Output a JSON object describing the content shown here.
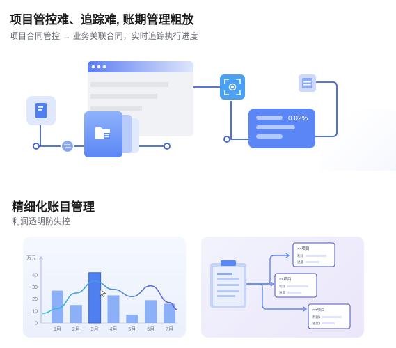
{
  "section1": {
    "title": "项目管控难、追踪难, 账期管理粗放",
    "subtitle": "项目合同管控 → 业务关联合同，实时追踪执行进度",
    "progress_value": "0.02%"
  },
  "section2": {
    "title": "精细化账目管理",
    "subtitle": "利润透明防失控"
  },
  "chart_data": {
    "type": "bar",
    "ylabel": "万元",
    "ylim": [
      0,
      50
    ],
    "yticks": [
      0,
      10,
      20,
      30,
      40
    ],
    "categories": [
      "1月",
      "2月",
      "3月",
      "4月",
      "5月",
      "6月",
      "7月"
    ],
    "values": [
      27,
      15,
      42,
      23,
      7,
      19,
      16
    ],
    "line_values": [
      12,
      25,
      35,
      28,
      22,
      31,
      17
    ]
  },
  "tree": {
    "items": [
      {
        "title": "××项目",
        "row1": "利润",
        "row2": "进度"
      },
      {
        "title": "××项目",
        "row1": "利润",
        "row2": "进度"
      },
      {
        "title": "××项目",
        "row1": "利润1",
        "row2": "进度1"
      }
    ]
  },
  "colors": {
    "accent": "#5b86f5",
    "accent_light": "#dbe6fd",
    "bar": "#7aa3f7",
    "bar_highlight": "#4f7ff0",
    "line": "#28c3e0"
  },
  "icons": {
    "doc": "document-icon",
    "folder": "folder-icon",
    "focus": "focus-target-icon",
    "table": "table-icon",
    "clipboard": "clipboard-icon",
    "cursor": "cursor-icon"
  }
}
